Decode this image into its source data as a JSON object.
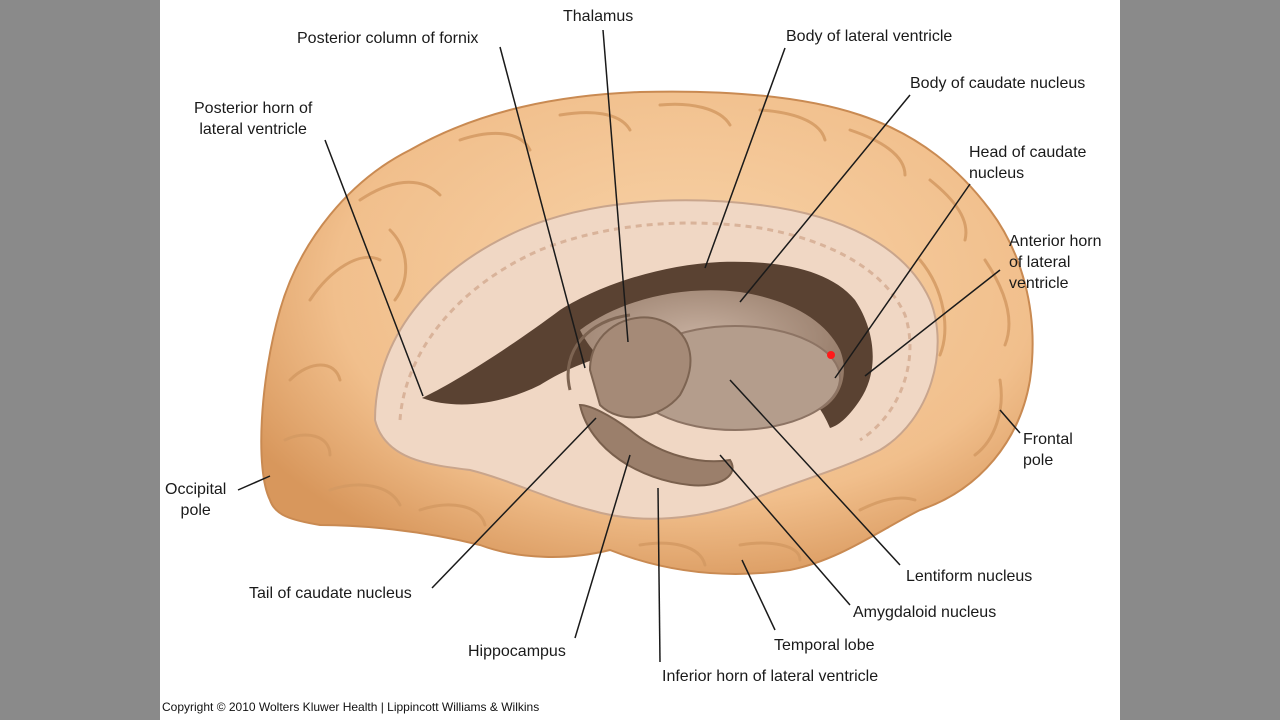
{
  "labels": {
    "thalamus": "Thalamus",
    "posterior_column_fornix": "Posterior column of fornix",
    "body_lateral_ventricle": "Body of lateral ventricle",
    "body_caudate": "Body of caudate nucleus",
    "posterior_horn": [
      "Posterior horn of",
      "lateral ventricle"
    ],
    "head_caudate": [
      "Head of caudate",
      "nucleus"
    ],
    "anterior_horn": [
      "Anterior horn",
      "of lateral",
      "ventricle"
    ],
    "frontal_pole": [
      "Frontal",
      "pole"
    ],
    "occipital_pole": [
      "Occipital",
      "pole"
    ],
    "lentiform": "Lentiform nucleus",
    "amygdaloid": "Amygdaloid nucleus",
    "temporal_lobe": "Temporal lobe",
    "tail_caudate": "Tail of caudate nucleus",
    "hippocampus": "Hippocampus",
    "inferior_horn": "Inferior horn of lateral ventricle"
  },
  "copyright": "Copyright © 2010 Wolters Kluwer Health | Lippincott Williams & Wilkins",
  "colors": {
    "cortex": "#f3c393",
    "cortex_shadow": "#d9995f",
    "white_matter": "#f2dccb",
    "ventricle": "#5e4535",
    "nuclei": "#a68c7b",
    "marker": "#ff1a1a"
  }
}
